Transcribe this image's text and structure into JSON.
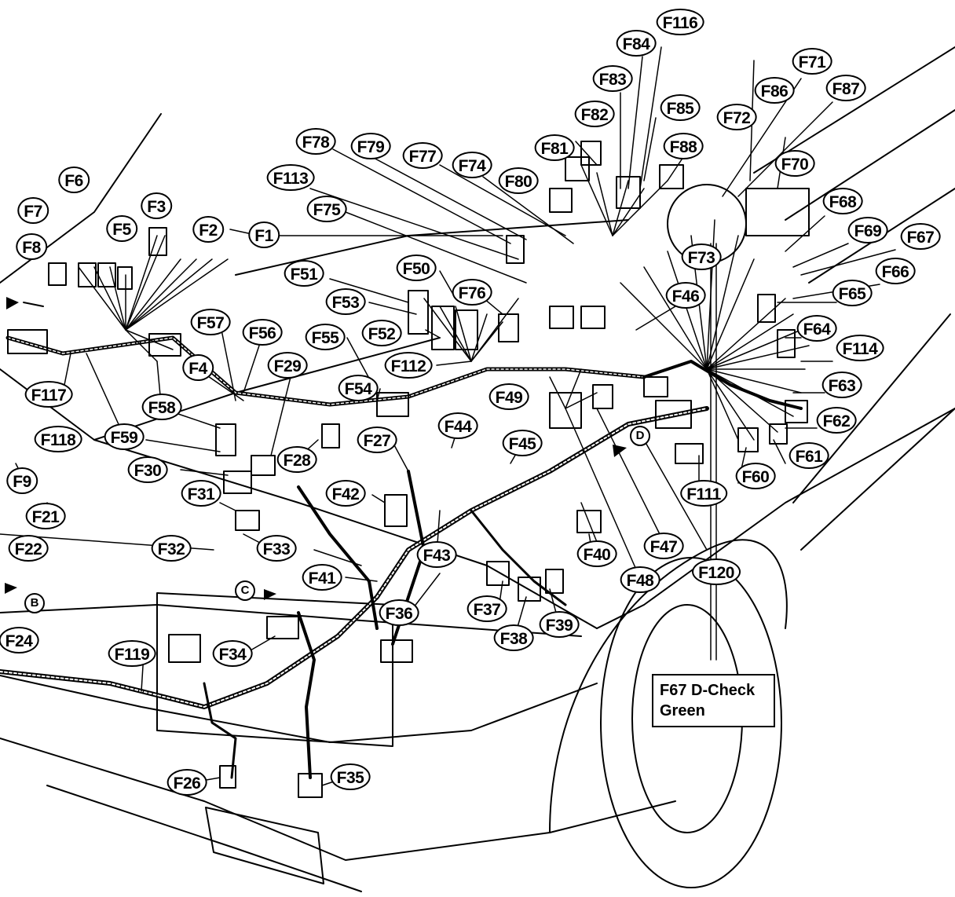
{
  "labels": {
    "F116": "F116",
    "F84a": "F84",
    "F83": "F83",
    "F82": "F82",
    "F85": "F85",
    "F81": "F81",
    "F88": "F88",
    "F80": "F80",
    "F74": "F74",
    "F77": "F77",
    "F79": "F79",
    "F78": "F78",
    "F113": "F113",
    "F75": "F75",
    "F71": "F71",
    "F86": "F86",
    "F87": "F87",
    "F72": "F72",
    "F70": "F70",
    "F68": "F68",
    "F69": "F69",
    "F67": "F67",
    "F66": "F66",
    "F65": "F65",
    "F64": "F64",
    "F114": "F114",
    "F63": "F63",
    "F62": "F62",
    "F61": "F61",
    "F60": "F60",
    "F111": "F111",
    "F120": "F120",
    "F47": "F47",
    "F48": "F48",
    "F40": "F40",
    "F39": "F39",
    "F38": "F38",
    "F37": "F37",
    "F36": "F36",
    "F43": "F43",
    "F41": "F41",
    "F42": "F42",
    "F45": "F45",
    "F44": "F44",
    "F49": "F49",
    "F46": "F46",
    "F76": "F76",
    "F50": "F50",
    "F51": "F51",
    "F53": "F53",
    "F52": "F52",
    "F55": "F55",
    "F112": "F112",
    "F54": "F54",
    "F56": "F56",
    "F57": "F57",
    "F29": "F29",
    "F4": "F4",
    "F58": "F58",
    "F59": "F59",
    "F117": "F117",
    "F118": "F118",
    "F9": "F9",
    "F21": "F21",
    "F22": "F22",
    "F24": "F24",
    "F30": "F30",
    "F31": "F31",
    "F28": "F28",
    "F27": "F27",
    "F32": "F32",
    "F33": "F33",
    "F34": "F34",
    "F35": "F35",
    "F26": "F26",
    "F119": "F119",
    "F1": "F1",
    "F2": "F2",
    "F3": "F3",
    "F5": "F5",
    "F6": "F6",
    "F7": "F7",
    "F8": "F8",
    "F73": "F73"
  },
  "refs": {
    "B": "B",
    "C": "C",
    "D": "D"
  },
  "callout": {
    "line1": "F67 D-Check",
    "line2": "Green"
  }
}
